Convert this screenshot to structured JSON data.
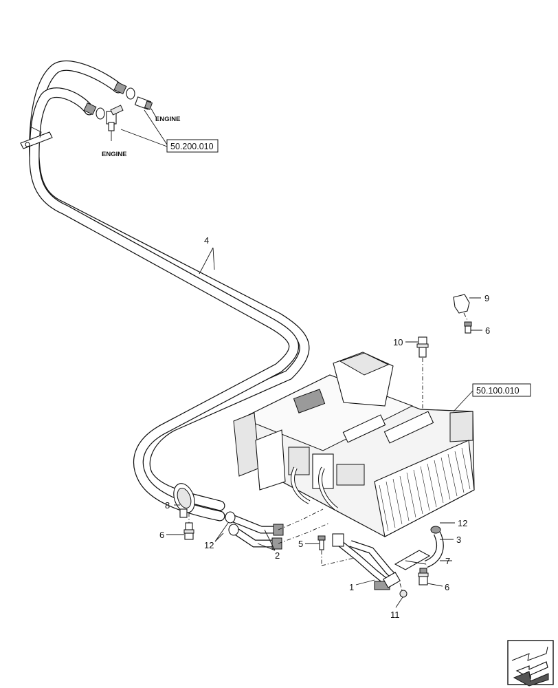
{
  "labels": {
    "engine_top": "ENGINE",
    "engine_bottom": "ENGINE",
    "ref_engine": "50.200.010",
    "ref_hvac": "50.100.010"
  },
  "callouts": {
    "c1": "1",
    "c2": "2",
    "c3": "3",
    "c4": "4",
    "c5": "5",
    "c6a": "6",
    "c6b": "6",
    "c6c": "6",
    "c7": "7",
    "c8": "8",
    "c9": "9",
    "c10": "10",
    "c11": "11",
    "c12a": "12",
    "c12b": "12"
  },
  "icons": {
    "navigation": "arrow-left-icon"
  }
}
